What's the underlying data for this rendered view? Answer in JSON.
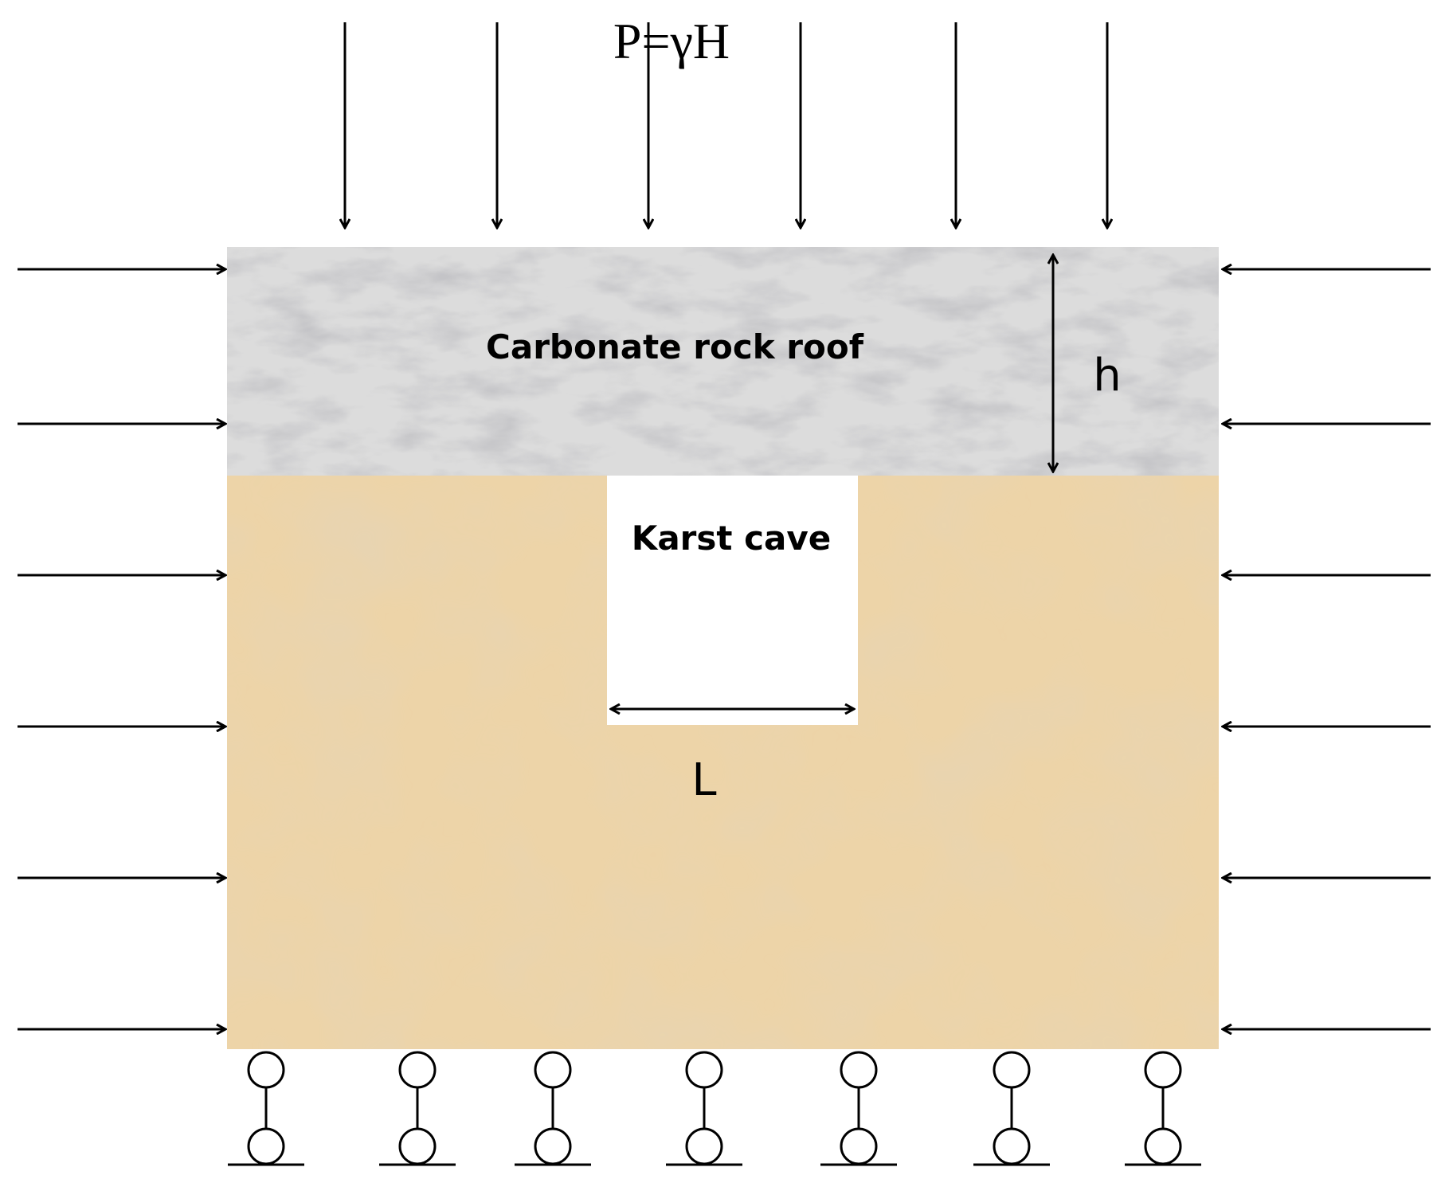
{
  "diagram": {
    "load_label": "P=γH",
    "roof_label": "Carbonate rock roof",
    "cave_label": "Karst cave",
    "thickness_label": "h",
    "span_label": "L",
    "colors": {
      "roof": "#dcdcdc",
      "rock": "#edd4a8",
      "cave": "#ffffff",
      "line": "#000000"
    },
    "vertical_load_arrow_count": 6,
    "lateral_arrow_count_per_side": 6,
    "roller_support_count": 7
  }
}
